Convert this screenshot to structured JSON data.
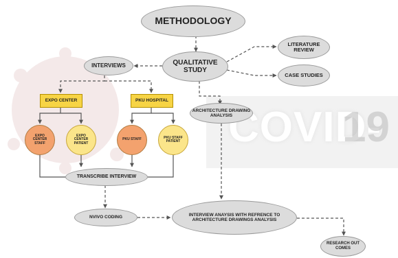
{
  "nodes": {
    "methodology": "METHODOLOGY",
    "qualitative": "QUALITATIVE STUDY",
    "interviews": "INTERVIEWS",
    "literature": "LITERATURE REVIEW",
    "case_studies": "CASE STUDIES",
    "expo_center": "EXPO CENTER",
    "pku_hospital": "PKU HOSPITAL",
    "arch_analysis": "ARCHITECTURE DRAWING ANALYSIS",
    "expo_staff": "EXPO CENTER STAFF",
    "expo_patient": "EXPO CENTER PATIENT",
    "pku_staff": "PKU STAFF",
    "pku_patient": "PKU STAFF PATIENT",
    "transcribe": "TRANSCRIBE INTERVIEW",
    "nvivo": "NVIVO CODING",
    "interview_analysis": "INTERVIEW ANAYSIS WITH REFRENCE TO ARCHITECTURE DRAWINGS ANALYSIS",
    "research": "RESEARCH OUT COMES"
  },
  "watermark": {
    "main": "COVID-",
    "number": "19"
  },
  "colors": {
    "ellipse_fill": "#dcdcdc",
    "box_fill": "#f7d445",
    "orange_circle": "#f3a26e",
    "yellow_circle": "#fbe58a",
    "connector": "#555555"
  }
}
